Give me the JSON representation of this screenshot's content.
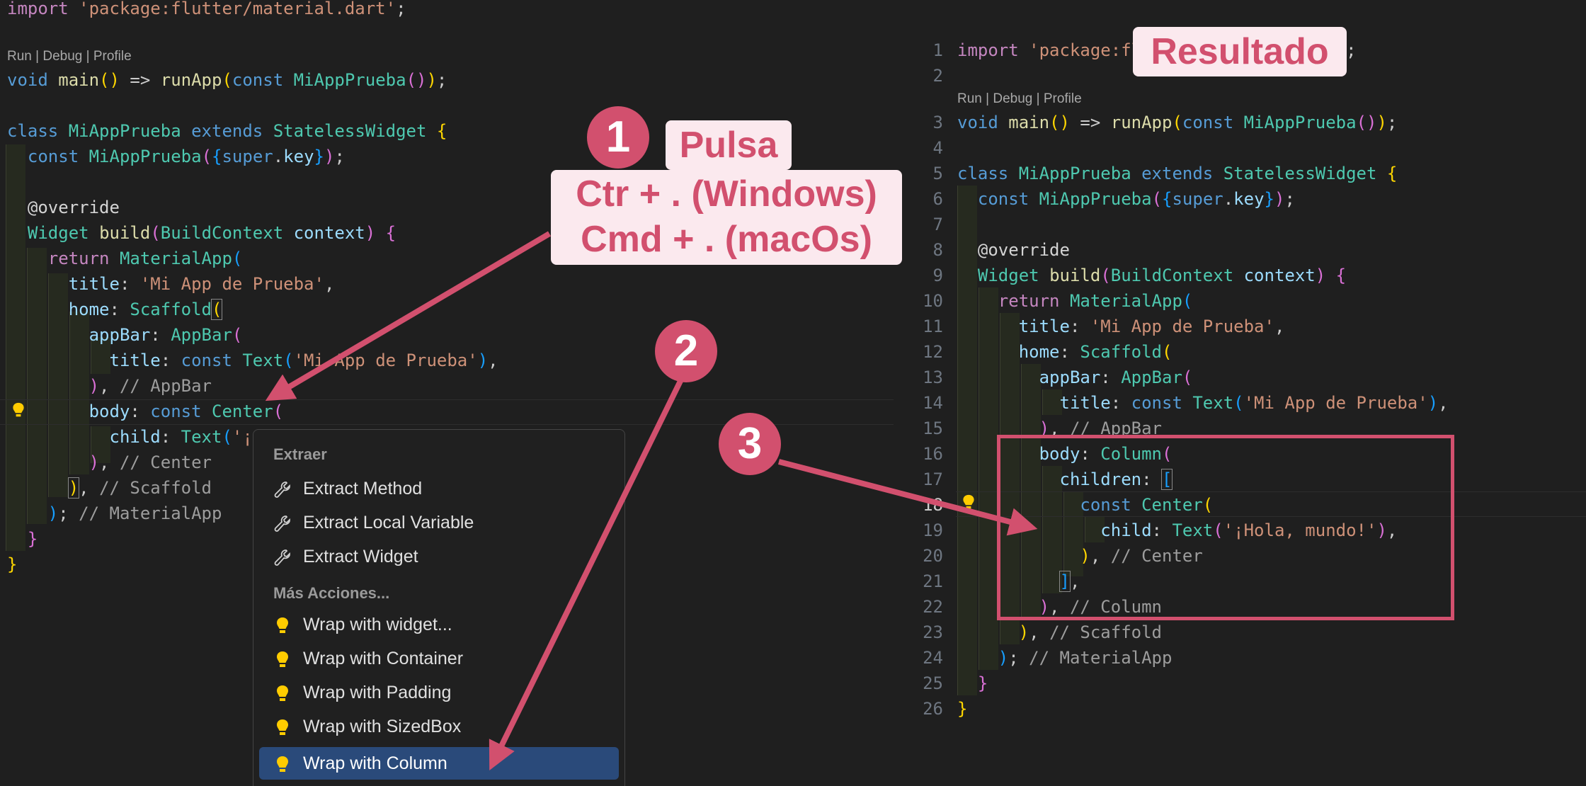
{
  "left_editor": {
    "codelens": "Run | Debug | Profile",
    "lines": [
      {
        "text": "import 'package:flutter/material.dart';"
      },
      {
        "text": "void main() => runApp(const MiAppPrueba());"
      },
      {
        "text": "class MiAppPrueba extends StatelessWidget {"
      },
      {
        "text": "  const MiAppPrueba({super.key});"
      },
      {
        "text": "  @override"
      },
      {
        "text": "  Widget build(BuildContext context) {"
      },
      {
        "text": "    return MaterialApp("
      },
      {
        "text": "      title: 'Mi App de Prueba',"
      },
      {
        "text": "      home: Scaffold("
      },
      {
        "text": "        appBar: AppBar("
      },
      {
        "text": "          title: const Text('Mi App de Prueba'),"
      },
      {
        "text": "        ), // AppBar"
      },
      {
        "text": "        body: const Center("
      },
      {
        "text": "          child: Text('¡"
      },
      {
        "text": "        ), // Center"
      },
      {
        "text": "      ), // Scaffold"
      },
      {
        "text": "    ); // MaterialApp"
      },
      {
        "text": "  }"
      },
      {
        "text": "}"
      }
    ]
  },
  "context_menu": {
    "section1": "Extraer",
    "items1": [
      "Extract Method",
      "Extract Local Variable",
      "Extract Widget"
    ],
    "section2": "Más Acciones...",
    "items2": [
      "Wrap with widget...",
      "Wrap with Container",
      "Wrap with Padding",
      "Wrap with SizedBox",
      "Wrap with Column"
    ],
    "selected": "Wrap with Column"
  },
  "right_editor": {
    "codelens": "Run | Debug | Profile",
    "line_numbers": [
      "1",
      "2",
      "3",
      "4",
      "5",
      "6",
      "7",
      "8",
      "9",
      "10",
      "11",
      "12",
      "13",
      "14",
      "15",
      "16",
      "17",
      "18",
      "19",
      "20",
      "21",
      "22",
      "23",
      "24",
      "25",
      "26"
    ],
    "active_line": "18"
  },
  "annotations": {
    "step1_number": "1",
    "step1_line1": "Pulsa",
    "step1_line2": "Ctr + . (Windows)",
    "step1_line3": "Cmd + . (macOs)",
    "step2_number": "2",
    "step3_number": "3",
    "result_label": "Resultado"
  },
  "colors": {
    "accent": "#d2506e",
    "label_bg": "#fbe9ee",
    "editor_bg": "#1f1f1f",
    "menu_selected": "#2a4a7a"
  }
}
